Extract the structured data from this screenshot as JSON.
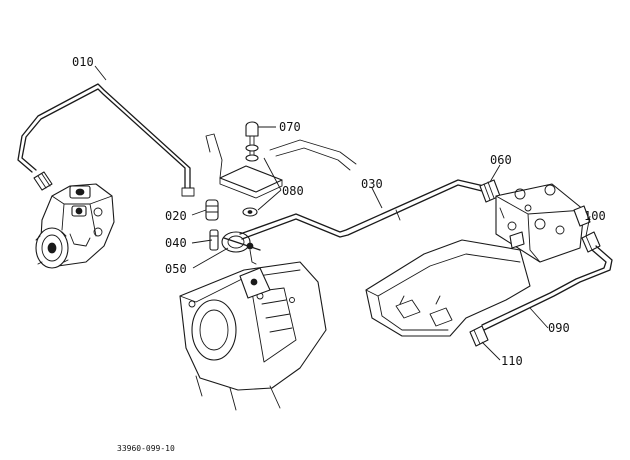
{
  "callouts": {
    "p010": "010",
    "p020": "020",
    "p030": "030",
    "p040": "040",
    "p050": "050",
    "p060": "060",
    "p070": "070",
    "p080": "080",
    "p090": "090",
    "p100": "100",
    "p110": "110"
  },
  "drawing_code": "33960-099-10",
  "colors": {
    "ink": "#1a1a1a",
    "paper": "#ffffff"
  }
}
